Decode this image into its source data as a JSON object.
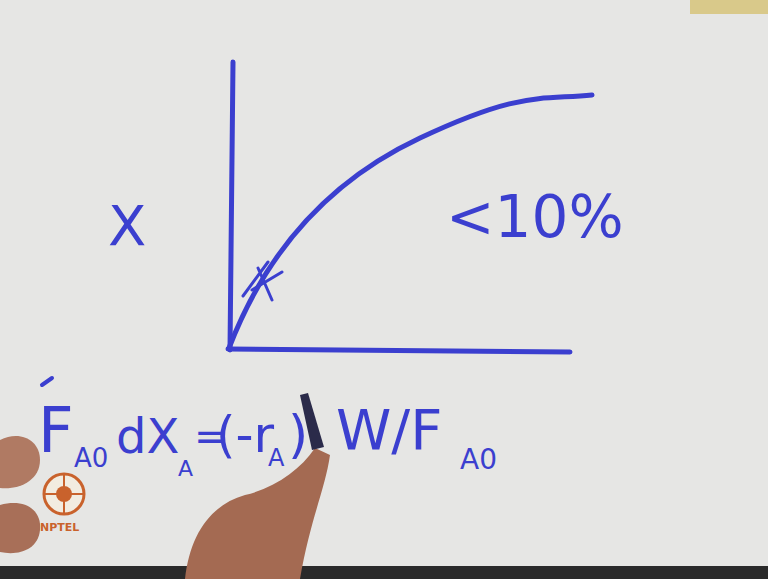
{
  "diagram": {
    "labels": [
      "X",
      "<10%",
      "F",
      "A0",
      "dX",
      "A",
      "=",
      "(-r",
      "A",
      ")",
      "W/F",
      "A0",
      "NPTEL"
    ]
  }
}
